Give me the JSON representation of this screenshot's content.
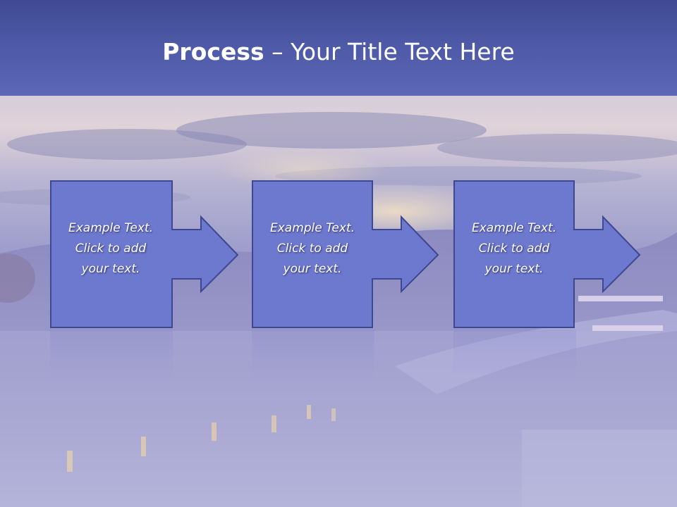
{
  "slide": {
    "title_bold": "Process",
    "title_rest": " – Your Title Text Here"
  },
  "steps": [
    {
      "line1": "Example Text.",
      "line2": "Click  to add",
      "line3": "your text."
    },
    {
      "line1": "Example Text.",
      "line2": "Click  to add",
      "line3": "your text."
    },
    {
      "line1": "Example Text.",
      "line2": "Click  to add",
      "line3": "your text."
    }
  ],
  "colors": {
    "box_fill": "#6d78cf",
    "box_stroke": "#3e4890",
    "title_bar": "#4d59a6"
  }
}
